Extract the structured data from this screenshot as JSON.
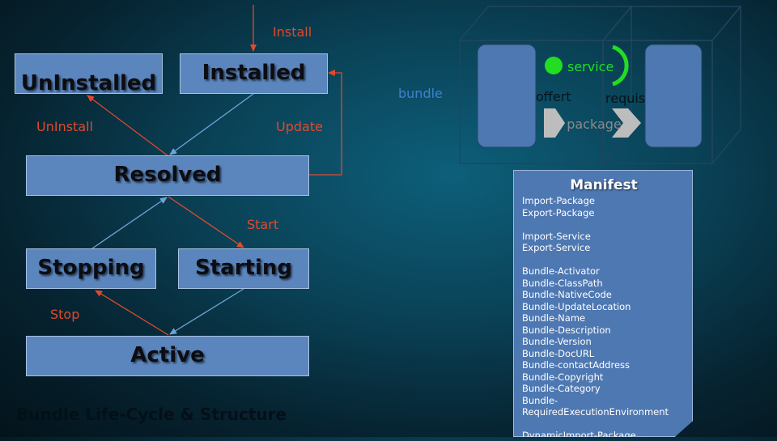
{
  "lifecycle": {
    "states": {
      "uninstalled": "UnInstalled",
      "installed": "Installed",
      "resolved": "Resolved",
      "stopping": "Stopping",
      "starting": "Starting",
      "active": "Active"
    },
    "transitions": {
      "install": "Install",
      "uninstall": "UnInstall",
      "update": "Update",
      "start": "Start",
      "stop": "Stop"
    }
  },
  "structure": {
    "bundle_label": "bundle",
    "service_label": "service",
    "offert_label": "offert",
    "requis_label": "requis",
    "package_label": "package",
    "service_color": "#22dd22"
  },
  "manifest": {
    "title": "Manifest",
    "lines": [
      "Import-Package",
      "Export-Package",
      "",
      "Import-Service",
      "Export-Service",
      "",
      "Bundle-Activator",
      "Bundle-ClassPath",
      "Bundle-NativeCode",
      "Bundle-UpdateLocation",
      "Bundle-Name",
      "Bundle-Description",
      "Bundle-Version",
      "Bundle-DocURL",
      "Bundle-contactAddress",
      "Bundle-Copyright",
      "Bundle-Category",
      "Bundle-",
      "RequiredExecutionEnvironment",
      "",
      "DynamicImport-Package"
    ]
  },
  "caption": "Bundle Life-Cycle & Structure",
  "colors": {
    "state_fill": "#5b85bd",
    "transition_red": "#e2492c",
    "transition_blue": "#6fa3d6",
    "bundle_blue": "#3b82d0"
  }
}
